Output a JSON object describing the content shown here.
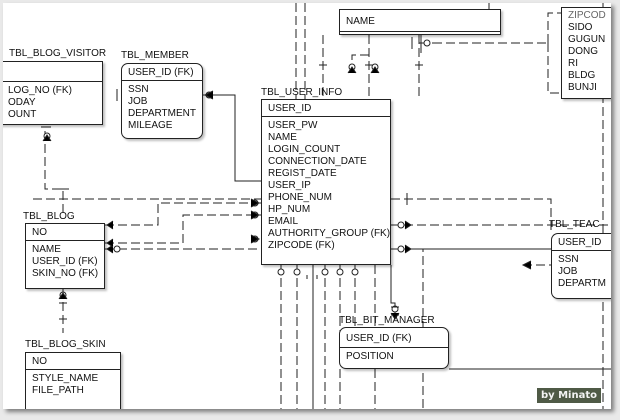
{
  "diagram": {
    "tbl_blog_visitor": {
      "title": "TBL_BLOG_VISITOR",
      "attrs": [
        "LOG_NO (FK)",
        "ODAY",
        "OUNT"
      ]
    },
    "tbl_member": {
      "title": "TBL_MEMBER",
      "key": "USER_ID (FK)",
      "attrs": [
        "SSN",
        "JOB",
        "DEPARTMENT",
        "MILEAGE"
      ]
    },
    "tbl_user_info": {
      "title": "TBL_USER_INFO",
      "key": "USER_ID",
      "attrs": [
        "USER_PW",
        "NAME",
        "LOGIN_COUNT",
        "CONNECTION_DATE",
        "REGIST_DATE",
        "USER_IP",
        "PHONE_NUM",
        "HP_NUM",
        "EMAIL",
        "AUTHORITY_GROUP (FK)",
        "ZIPCODE (FK)"
      ]
    },
    "tbl_blog": {
      "title": "TBL_BLOG",
      "key": "NO",
      "attrs": [
        "NAME",
        "USER_ID (FK)",
        "SKIN_NO (FK)"
      ]
    },
    "tbl_blog_skin": {
      "title": "TBL_BLOG_SKIN",
      "key": "NO",
      "attrs": [
        "STYLE_NAME",
        "FILE_PATH"
      ]
    },
    "tbl_bit_manager": {
      "title": "TBL_BIT_MANAGER",
      "key": "USER_ID (FK)",
      "attrs": [
        "POSITION"
      ]
    },
    "tbl_teacher": {
      "title": "TBL_TEAC",
      "key": "USER_ID",
      "attrs": [
        "SSN",
        "JOB",
        "DEPARTM"
      ]
    },
    "top_entity": {
      "attrs": [
        "NAME"
      ]
    },
    "zipcode": {
      "attrs": [
        "ZIPCOD",
        "SIDO",
        "GUGUN",
        "DONG",
        "RI",
        "BLDG",
        "BUNJI"
      ]
    }
  },
  "signature": "by Minato",
  "colors": {
    "line": "#222222",
    "badge": "#4f5a46",
    "background": "#ffffff"
  }
}
